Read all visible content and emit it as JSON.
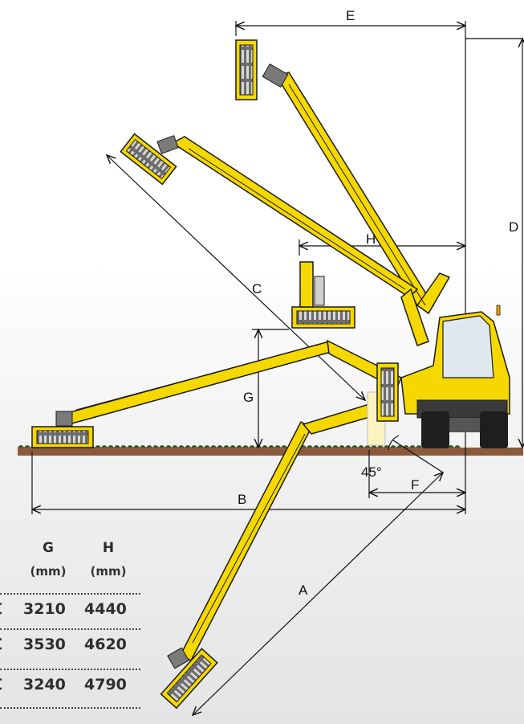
{
  "dimension_labels": {
    "A": "A",
    "B": "B",
    "C": "C",
    "D": "D",
    "E": "E",
    "F": "F",
    "G": "G",
    "H": "H",
    "angle": "45°"
  },
  "table": {
    "columns": [
      {
        "letter": "G",
        "unit": "(mm)"
      },
      {
        "letter": "H",
        "unit": "(mm)"
      }
    ],
    "rows": [
      {
        "partial": "0",
        "g": "3210",
        "h": "4440"
      },
      {
        "partial": "0",
        "g": "3530",
        "h": "4620"
      },
      {
        "partial": "0",
        "g": "3240",
        "h": "4790"
      }
    ]
  },
  "colors": {
    "arm_yellow": "#f5d800",
    "outline": "#1a1a1a",
    "ground": "#8b5a3c",
    "grass": "#2f5a2a",
    "head_grey": "#5a5a5a"
  }
}
